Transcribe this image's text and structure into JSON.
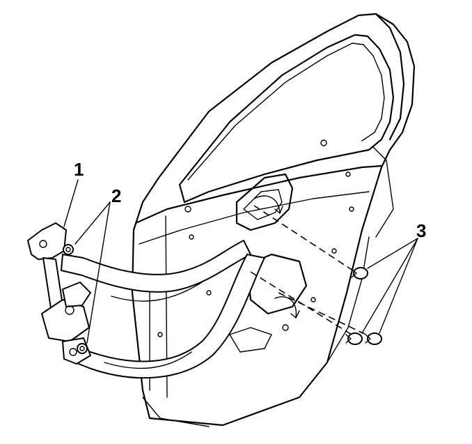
{
  "diagram": {
    "callouts": [
      {
        "id": "1",
        "label": "1",
        "target": "window-regulator"
      },
      {
        "id": "2",
        "label": "2",
        "target": "regulator-bolts"
      },
      {
        "id": "3",
        "label": "3",
        "target": "door-panel-bolts"
      }
    ],
    "parts": {
      "door_frame": "door-frame",
      "regulator": "window-regulator",
      "motor": "regulator-motor",
      "bolts": "bolt"
    }
  }
}
